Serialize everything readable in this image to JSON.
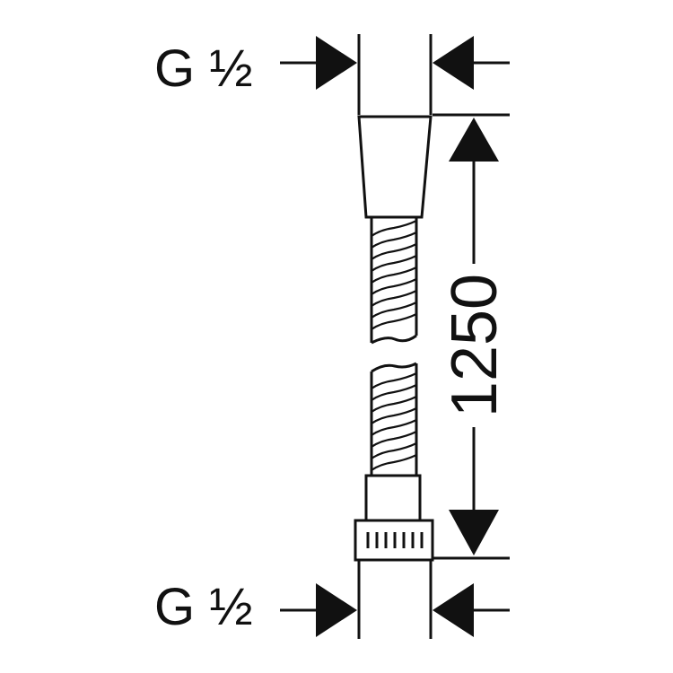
{
  "drawing": {
    "top_connection_label": "G ½",
    "bottom_connection_label": "G ½",
    "length_dimension": "1250",
    "colors": {
      "line": "#111111",
      "background": "#ffffff"
    }
  }
}
